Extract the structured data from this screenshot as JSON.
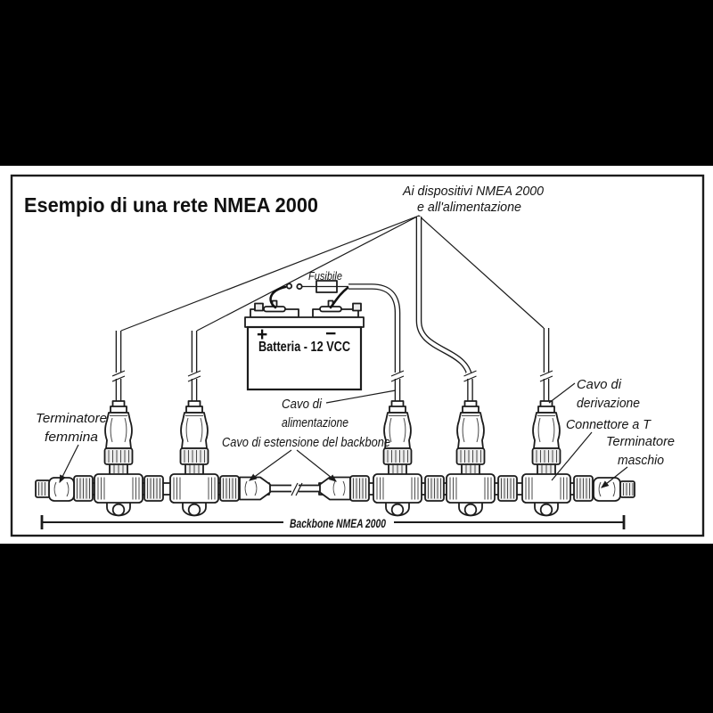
{
  "colors": {
    "background": "#000000",
    "panel": "#ffffff",
    "ink": "#1c1c1c"
  },
  "title": "Esempio di una rete NMEA 2000",
  "callouts": {
    "devices_line1": "Ai dispositivi NMEA 2000",
    "devices_line2": "e all'alimentazione",
    "fuse": "Fusibile",
    "battery_plus": "+",
    "battery_minus": "−",
    "battery_label": "Batteria - 12 VCC",
    "power_cable_line1": "Cavo di",
    "power_cable_line2": "alimentazione",
    "extension_cable": "Cavo di estensione del backbone",
    "female_terminator_line1": "Terminatore",
    "female_terminator_line2": "femmina",
    "drop_cable_line1": "Cavo di",
    "drop_cable_line2": "derivazione",
    "t_connector": "Connettore a T",
    "male_terminator_line1": "Terminatore",
    "male_terminator_line2": "maschio",
    "backbone": "Backbone NMEA 2000"
  }
}
